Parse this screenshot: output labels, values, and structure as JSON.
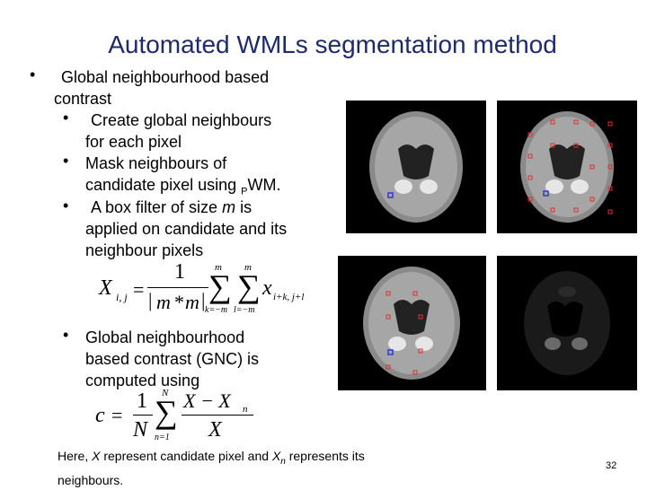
{
  "slide": {
    "title": "Automated WMLs segmentation method",
    "bullets": [
      {
        "text": "Global neighbourhood based",
        "cont": "contrast"
      },
      {
        "text": "Create global neighbours",
        "cont": "for each pixel"
      },
      {
        "text": "Mask neighbours of",
        "cont_a": "candidate pixel using ",
        "sub": "P",
        "cont_b": "WM."
      },
      {
        "text": "A  box filter of size ",
        "var": "m",
        "text_end": " is",
        "cont1": "applied on candidate and its",
        "cont2": "neighbour pixels"
      },
      {
        "text": "Global neighbourhood",
        "cont1": "based contrast (GNC) is",
        "cont2": "computed using"
      }
    ],
    "eq1": {
      "lhs": "X",
      "lhs_sub": "i, j",
      "numer": "1",
      "denom_a": "m",
      "star": "*",
      "denom_b": "m",
      "sum1_top": "m",
      "sum1_bot": "k=−m",
      "sum2_top": "m",
      "sum2_bot": "l=−m",
      "term": "x",
      "term_sub": "i+k, j+l"
    },
    "eq2": {
      "lhs": "c",
      "numer": "1",
      "denom": "N",
      "sum_top": "N",
      "sum_bot": "n=1",
      "frac_num": "X − X",
      "frac_num_sub": "n",
      "frac_den": "X"
    },
    "footnote": {
      "a": "Here, ",
      "x": "X",
      "b": " represent candidate pixel and ",
      "xn": "X",
      "xn_sub": "n",
      "c": " represents its",
      "d": "neighbours."
    },
    "page_number": "32"
  }
}
